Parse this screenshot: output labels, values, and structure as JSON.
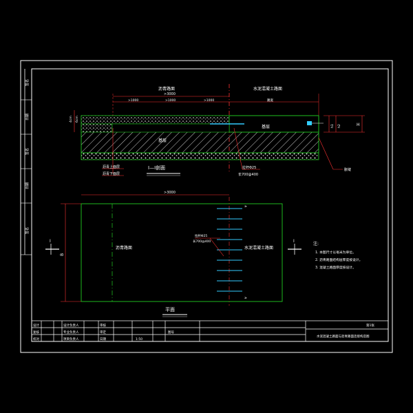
{
  "section": {
    "top_left_label": "沥青路面",
    "top_right_label": "水泥混凝土路面",
    "dim_top": ">3000",
    "dim_sub": [
      ">1000",
      ">1000",
      ">1000"
    ],
    "right_small": "路宽",
    "layer_a": "基层",
    "layer_b": "基层",
    "left_callouts": [
      "沥青上面层",
      "沥青下面层"
    ],
    "bar_callout": [
      "拉杆Φ25",
      "长700@400"
    ],
    "right_callout": "胀缝",
    "right_dims": [
      "h1",
      "h2",
      "H"
    ],
    "left_dims": [
      "4cm",
      "6cm"
    ],
    "title": "Ⅰ—Ⅰ剖面"
  },
  "plan": {
    "dim_top": ">3000",
    "left_text": "沥青路面",
    "right_text": "水泥混凝土路面",
    "bar_callout": [
      "拉杆Φ25",
      "长700@400"
    ],
    "mark_left": "Ⅰ",
    "mark_right": "Ⅰ",
    "left_dim": "B",
    "dim_small_top": "≥",
    "dim_small_bottom": "≥",
    "title": "平面"
  },
  "notes": {
    "heading": "注:",
    "items": [
      "1. 本图尺寸以毫米为单位。",
      "2. 沥青路面结构层厚度按设计。",
      "3. 混凝土路面厚度按设计。"
    ]
  },
  "title_block": {
    "rows": [
      [
        "设计",
        "",
        "设计负责人",
        "",
        "审核",
        ""
      ],
      [
        "复核",
        "",
        "专业负责人",
        "",
        "审定",
        ""
      ],
      [
        "校对",
        "",
        "项目负责人",
        "",
        "日期",
        ""
      ]
    ],
    "scale": "1:50",
    "drawing_no": "图号",
    "title": "水泥混凝土路面与沥青路面连接构造图",
    "sheet": "第1张"
  },
  "left_strip": [
    "签名",
    "日期",
    "签名",
    "日期",
    "签名"
  ]
}
